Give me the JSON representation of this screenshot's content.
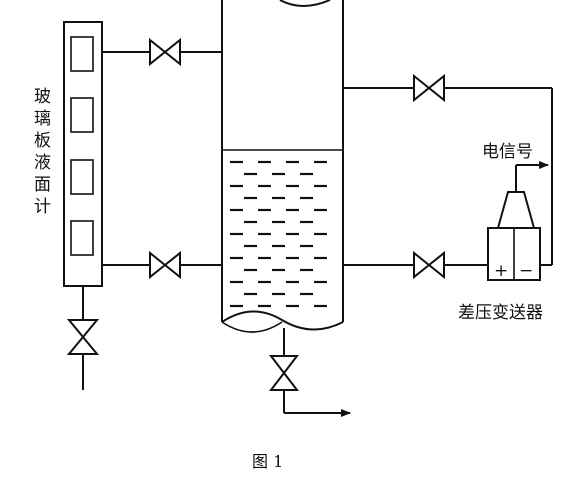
{
  "labels": {
    "glass_gauge": [
      "玻",
      "璃",
      "板",
      "液",
      "面",
      "计"
    ],
    "electric_signal": "电信号",
    "dp_transmitter": "差压变送器",
    "dp_plus": "+",
    "dp_minus": "−",
    "caption": "图 1"
  }
}
